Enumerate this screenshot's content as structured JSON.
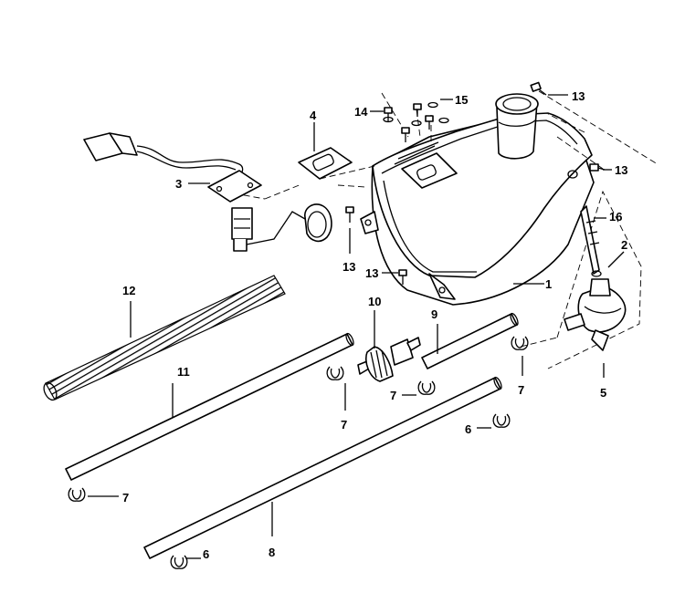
{
  "callouts": {
    "c1": "1",
    "c2": "2",
    "c3": "3",
    "c4": "4",
    "c5": "5",
    "c6a": "6",
    "c6b": "6",
    "c7a": "7",
    "c7b": "7",
    "c7c": "7",
    "c7d": "7",
    "c8": "8",
    "c9": "9",
    "c10": "10",
    "c11": "11",
    "c12": "12",
    "c13a": "13",
    "c13b": "13",
    "c13c": "13",
    "c13d": "13",
    "c14": "14",
    "c15": "15",
    "c16": "16"
  }
}
